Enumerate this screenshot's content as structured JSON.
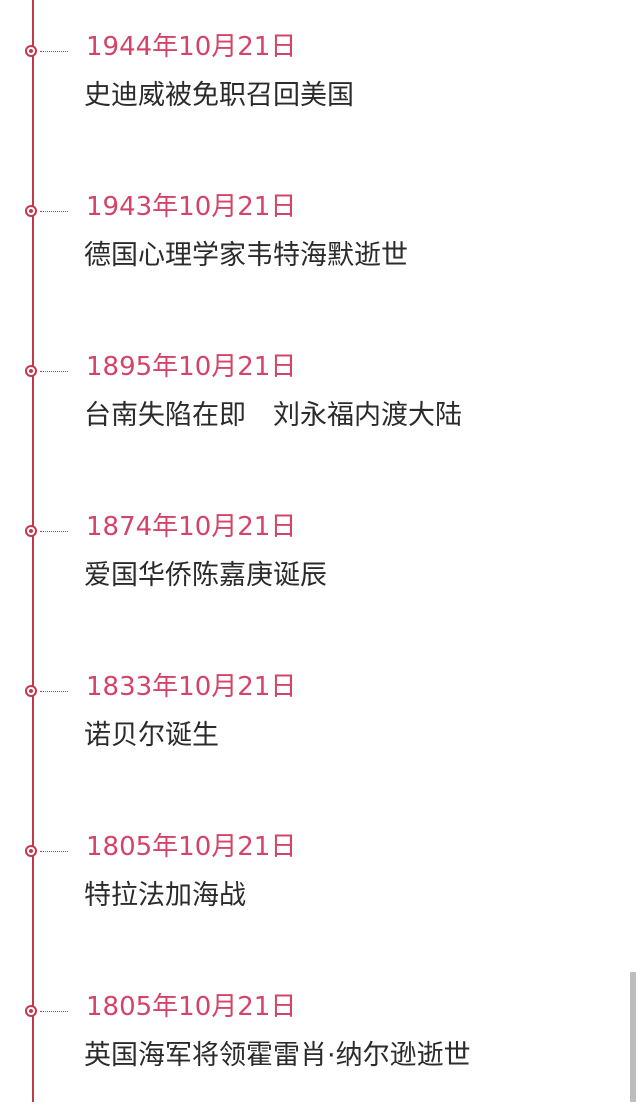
{
  "events": [
    {
      "date": "1944年10月21日",
      "title": "史迪威被免职召回美国"
    },
    {
      "date": "1943年10月21日",
      "title": "德国心理学家韦特海默逝世"
    },
    {
      "date": "1895年10月21日",
      "title": "台南失陷在即　刘永福内渡大陆"
    },
    {
      "date": "1874年10月21日",
      "title": "爱国华侨陈嘉庚诞辰"
    },
    {
      "date": "1833年10月21日",
      "title": "诺贝尔诞生"
    },
    {
      "date": "1805年10月21日",
      "title": "特拉法加海战"
    },
    {
      "date": "1805年10月21日",
      "title": "英国海军将领霍雷肖·纳尔逊逝世"
    }
  ],
  "colors": {
    "timeline": "#c03a4a",
    "date": "#d44468",
    "title": "#2b2b2b"
  }
}
